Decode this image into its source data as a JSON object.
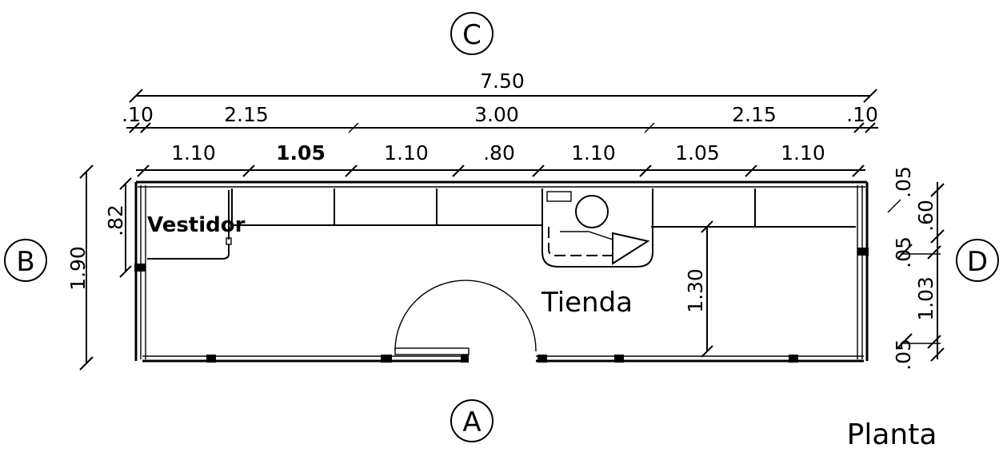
{
  "elevation_markers": {
    "top": "C",
    "bottom": "A",
    "left": "B",
    "right": "D"
  },
  "rooms": {
    "dressing": "Vestidor",
    "shop": "Tienda"
  },
  "caption": "Planta",
  "dimensions": {
    "overall": "7.50",
    "second_row": [
      ".10",
      "2.15",
      "3.00",
      "2.15",
      ".10"
    ],
    "third_row": [
      "1.10",
      "1.05",
      "1.10",
      ".80",
      "1.10",
      "1.05",
      "1.10"
    ],
    "left_total": "1.90",
    "left_inner": ".82",
    "interior_depth": "1.30",
    "right_chain": [
      ".05",
      ".60",
      ".05",
      "1.03",
      ".05"
    ]
  }
}
